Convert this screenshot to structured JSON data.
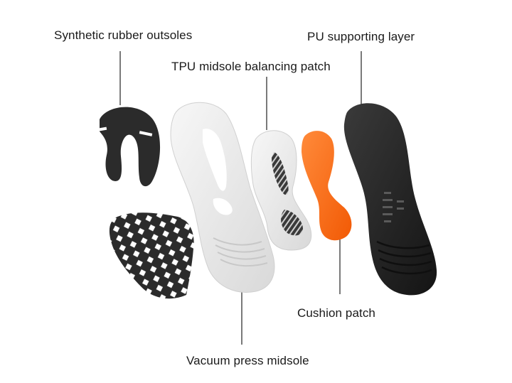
{
  "labels": {
    "outsoles": "Synthetic rubber outsoles",
    "pu_layer": "PU supporting layer",
    "tpu_patch": "TPU midsole balancing patch",
    "cushion_patch": "Cushion patch",
    "vacuum_midsole": "Vacuum press midsole"
  },
  "colors": {
    "rubber": "#2b2b2b",
    "midsole": "#ececec",
    "cushion": "#ff6a13",
    "leader_line": "#333333"
  }
}
